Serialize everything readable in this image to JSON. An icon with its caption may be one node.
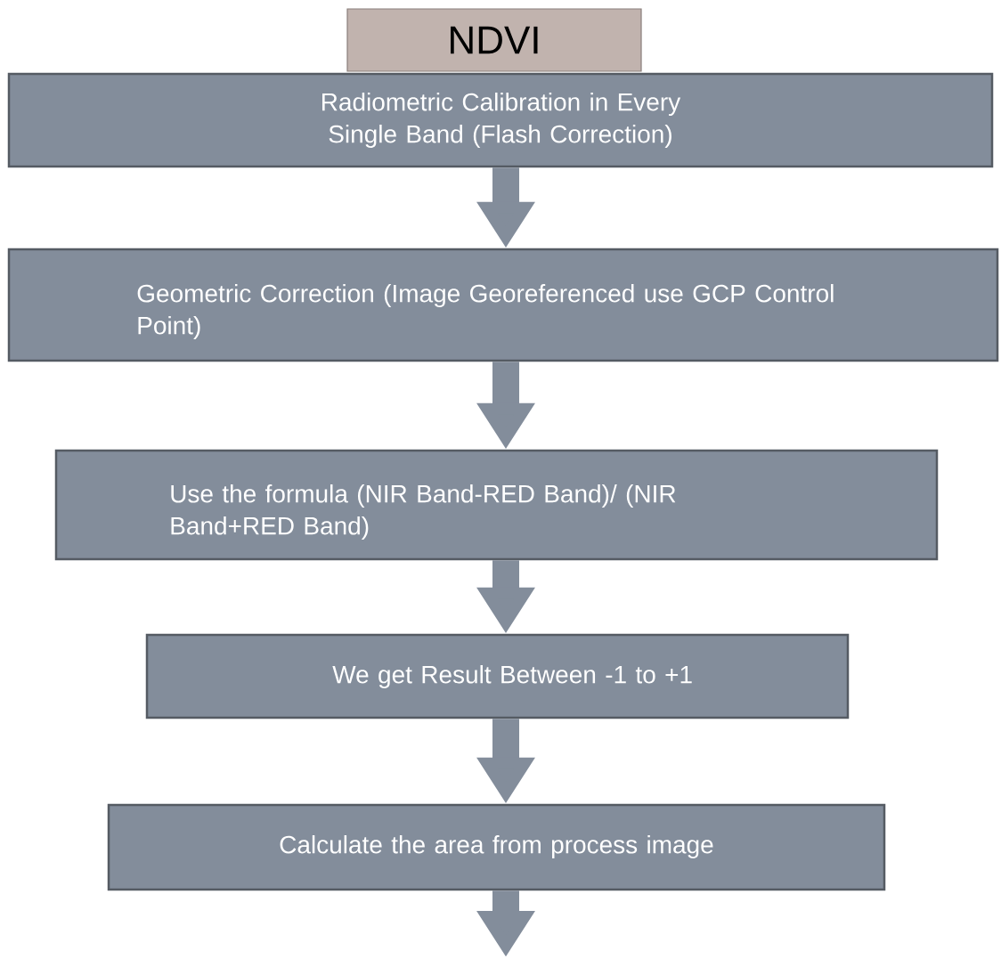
{
  "diagram": {
    "nodes": [
      {
        "text": [
          "NDVI"
        ]
      },
      {
        "text": [
          "Radiometric Calibration in Every Single Band (Flash Correction)"
        ]
      },
      {
        "text": [
          "Geometric Correction (Image Georeferenced use GCP Control Point)"
        ]
      },
      {
        "text": [
          "Use the formula (NIR Band-RED Band)/ (NIR Band+RED Band)"
        ]
      },
      {
        "text": [
          "We get Result Between -1 to +1"
        ]
      },
      {
        "text": [
          "Calculate the area from process image"
        ]
      }
    ],
    "edges": [
      {
        "from": 1,
        "to": 2,
        "arrow": "to"
      },
      {
        "from": 2,
        "to": 3,
        "arrow": "to"
      },
      {
        "from": 3,
        "to": 4,
        "arrow": "to"
      },
      {
        "from": 4,
        "to": 5,
        "arrow": "to"
      },
      {
        "from": 5,
        "to": null,
        "arrow": "to"
      }
    ]
  }
}
